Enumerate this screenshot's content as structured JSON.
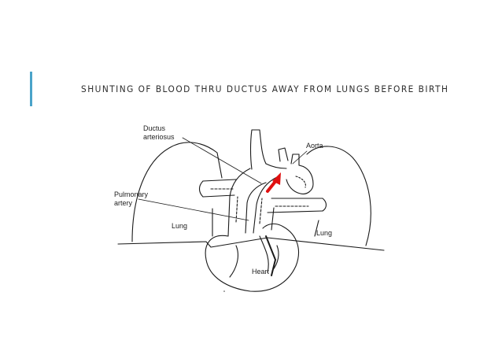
{
  "slide": {
    "title": "SHUNTING OF BLOOD THRU DUCTUS AWAY FROM LUNGS BEFORE BIRTH"
  },
  "diagram": {
    "labels": {
      "ductus_line1": "Ductus",
      "ductus_line2": "arteriosus",
      "aorta": "Aorta",
      "pulmonary_line1": "Pulmonary",
      "pulmonary_line2": "artery",
      "lung_left": "Lung",
      "lung_right": "Lung",
      "heart": "Heart"
    },
    "colors": {
      "accent": "#4aa3c9",
      "arrow": "#e01010",
      "line": "#1a1a1a"
    }
  }
}
